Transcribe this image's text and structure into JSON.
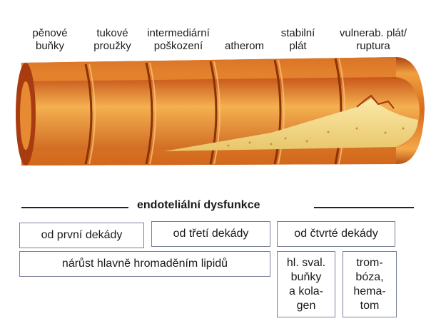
{
  "stages": [
    {
      "id": "penove",
      "label": "pěnové\nbuňky"
    },
    {
      "id": "tukove",
      "label": "tukové\nproužky"
    },
    {
      "id": "intermed",
      "label": "intermediární\npoškození"
    },
    {
      "id": "atherom",
      "label": "atherom"
    },
    {
      "id": "stabilni",
      "label": "stabilní\nplát"
    },
    {
      "id": "vulnerab",
      "label": "vulnerab. plát/\nruptura"
    }
  ],
  "caption": "endoteliální dysfunkce",
  "boxes": {
    "decade1": "od první dekády",
    "decade3": "od třetí dekády",
    "decade4": "od čtvrté dekády",
    "growth": "nárůst hlavně hromaděním lipidů",
    "smooth": "hl. sval.\nbuňky\na kola-\ngen",
    "thrombo": "trom-\nbóza,\nhema-\ntom"
  },
  "colors": {
    "vessel_wall": "#d76a1e",
    "lumen": "#f0a03c",
    "plaque": "#f5dc8a",
    "box_border": "#7a7f9a"
  }
}
